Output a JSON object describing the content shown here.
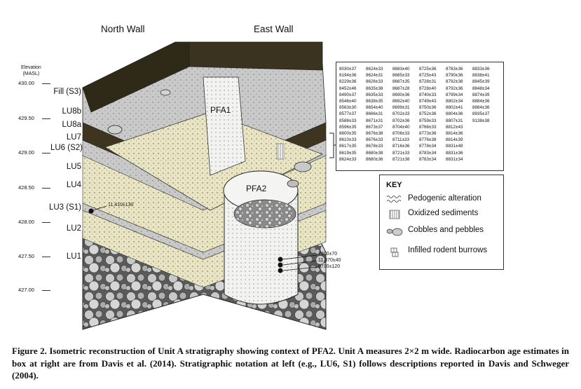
{
  "figure": {
    "walls": {
      "north": "North Wall",
      "east": "East Wall"
    },
    "elevation_header": {
      "line1": "Elevation",
      "line2": "(MASL)"
    },
    "elevations": [
      "430.00",
      "429.50",
      "429.00",
      "428.50",
      "428.00",
      "427.50",
      "427.00"
    ],
    "units": [
      "Fill (S3)",
      "LU8b",
      "LU8a",
      "LU7",
      "LU6 (S2)",
      "LU5",
      "LU4",
      "LU3 (S1)",
      "LU2",
      "LU1"
    ],
    "features": {
      "pfa1": "PFA1",
      "pfa2": "PFA2"
    },
    "point_ages": {
      "lu3": "11,410±130",
      "lu1_a": "7300±70",
      "lu1_b": "11,370±40",
      "lu1_c": "6710±120"
    },
    "radiocarbon_ages": [
      [
        "8030±37",
        "8624±33",
        "8683±40",
        "8725±36",
        "8783±36",
        "8833±36"
      ],
      [
        "8194±36",
        "8624±31",
        "8685±33",
        "8725±43",
        "8790±36",
        "8838±41"
      ],
      [
        "8229±36",
        "8626±33",
        "8687±35",
        "8728±31",
        "8792±38",
        "8845±39"
      ],
      [
        "8452±46",
        "8635±38",
        "8687±28",
        "8728±40",
        "8792±36",
        "8848±34"
      ],
      [
        "8490±37",
        "8635±33",
        "8690±36",
        "8740±33",
        "8799±34",
        "8874±39"
      ],
      [
        "8546±40",
        "8638±35",
        "8692±40",
        "8749±43",
        "8802±34",
        "8884±36"
      ],
      [
        "8563±30",
        "8654±40",
        "8699±31",
        "8750±36",
        "8802±41",
        "8884±36"
      ],
      [
        "8577±37",
        "8666±31",
        "8702±33",
        "8752±36",
        "8804±36",
        "8935±37"
      ],
      [
        "8588±33",
        "8671±31",
        "8702±36",
        "8759±33",
        "8807±31",
        "9138±38"
      ],
      [
        "8596±35",
        "8673±37",
        "8704±40",
        "8766±33",
        "8812±43",
        ""
      ],
      [
        "8600±35",
        "8676±38",
        "8706±33",
        "8773±36",
        "8814±36",
        ""
      ],
      [
        "8610±33",
        "8676±33",
        "8711±33",
        "8776±38",
        "8814±39",
        ""
      ],
      [
        "8617±35",
        "8678±33",
        "8716±36",
        "8778±34",
        "8831±48",
        ""
      ],
      [
        "8619±35",
        "8680±38",
        "8721±33",
        "8783±34",
        "8831±36",
        ""
      ],
      [
        "8624±33",
        "8680±36",
        "8721±38",
        "8783±34",
        "8831±34",
        ""
      ]
    ],
    "key": {
      "title": "KEY",
      "items": [
        {
          "label": "Pedogenic alteration",
          "icon": "pedogenic-alteration-icon"
        },
        {
          "label": "Oxidized sediments",
          "icon": "oxidized-sediments-icon"
        },
        {
          "label": "Cobbles and pebbles",
          "icon": "cobbles-pebbles-icon"
        },
        {
          "label": "Infilled rodent burrows",
          "icon": "rodent-burrows-icon"
        }
      ]
    }
  },
  "caption": "Figure 2. Isometric reconstruction of Unit A stratigraphy showing context of PFA2. Unit A measures 2×2 m wide. Radiocarbon age estimates in box at right are from Davis et al. (2014). Stratigraphic notation at left (e.g., LU6, S1) follows descriptions reported in Davis and Schweger (2004)."
}
